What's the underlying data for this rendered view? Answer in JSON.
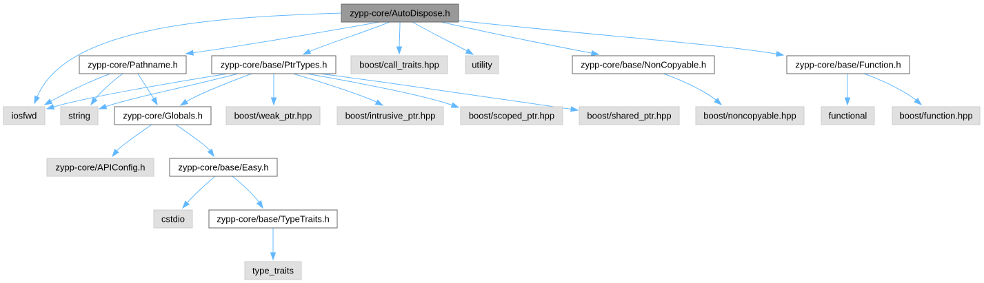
{
  "colors": {
    "root_fill": "#999999",
    "file_fill": "#ffffff",
    "external_fill": "#e0e0e0",
    "border": "#666666",
    "external_border": "#cccccc",
    "edge": "#63b8ff"
  },
  "nodes": [
    {
      "id": "autodispose",
      "label": "zypp-core/AutoDispose.h",
      "kind": "root"
    },
    {
      "id": "pathname",
      "label": "zypp-core/Pathname.h",
      "kind": "file"
    },
    {
      "id": "ptrtypes",
      "label": "zypp-core/base/PtrTypes.h",
      "kind": "file"
    },
    {
      "id": "call_traits",
      "label": "boost/call_traits.hpp",
      "kind": "external"
    },
    {
      "id": "utility",
      "label": "utility",
      "kind": "external"
    },
    {
      "id": "noncopyable_h",
      "label": "zypp-core/base/NonCopyable.h",
      "kind": "file"
    },
    {
      "id": "function_h",
      "label": "zypp-core/base/Function.h",
      "kind": "file"
    },
    {
      "id": "iosfwd",
      "label": "iosfwd",
      "kind": "external"
    },
    {
      "id": "string",
      "label": "string",
      "kind": "external"
    },
    {
      "id": "globals",
      "label": "zypp-core/Globals.h",
      "kind": "file"
    },
    {
      "id": "weak_ptr",
      "label": "boost/weak_ptr.hpp",
      "kind": "external"
    },
    {
      "id": "intrusive_ptr",
      "label": "boost/intrusive_ptr.hpp",
      "kind": "external"
    },
    {
      "id": "scoped_ptr",
      "label": "boost/scoped_ptr.hpp",
      "kind": "external"
    },
    {
      "id": "shared_ptr",
      "label": "boost/shared_ptr.hpp",
      "kind": "external"
    },
    {
      "id": "noncopyable_hpp",
      "label": "boost/noncopyable.hpp",
      "kind": "external"
    },
    {
      "id": "functional",
      "label": "functional",
      "kind": "external"
    },
    {
      "id": "function_hpp",
      "label": "boost/function.hpp",
      "kind": "external"
    },
    {
      "id": "apiconfig",
      "label": "zypp-core/APIConfig.h",
      "kind": "external"
    },
    {
      "id": "easy",
      "label": "zypp-core/base/Easy.h",
      "kind": "file"
    },
    {
      "id": "cstdio",
      "label": "cstdio",
      "kind": "external"
    },
    {
      "id": "typetraits",
      "label": "zypp-core/base/TypeTraits.h",
      "kind": "file"
    },
    {
      "id": "type_traits",
      "label": "type_traits",
      "kind": "external"
    }
  ],
  "edges": [
    {
      "from": "autodispose",
      "to": "iosfwd"
    },
    {
      "from": "autodispose",
      "to": "pathname"
    },
    {
      "from": "autodispose",
      "to": "ptrtypes"
    },
    {
      "from": "autodispose",
      "to": "call_traits"
    },
    {
      "from": "autodispose",
      "to": "utility"
    },
    {
      "from": "autodispose",
      "to": "noncopyable_h"
    },
    {
      "from": "autodispose",
      "to": "function_h"
    },
    {
      "from": "pathname",
      "to": "iosfwd"
    },
    {
      "from": "pathname",
      "to": "string"
    },
    {
      "from": "pathname",
      "to": "globals"
    },
    {
      "from": "ptrtypes",
      "to": "iosfwd"
    },
    {
      "from": "ptrtypes",
      "to": "string"
    },
    {
      "from": "ptrtypes",
      "to": "globals"
    },
    {
      "from": "ptrtypes",
      "to": "weak_ptr"
    },
    {
      "from": "ptrtypes",
      "to": "intrusive_ptr"
    },
    {
      "from": "ptrtypes",
      "to": "scoped_ptr"
    },
    {
      "from": "ptrtypes",
      "to": "shared_ptr"
    },
    {
      "from": "noncopyable_h",
      "to": "noncopyable_hpp"
    },
    {
      "from": "function_h",
      "to": "functional"
    },
    {
      "from": "function_h",
      "to": "function_hpp"
    },
    {
      "from": "globals",
      "to": "apiconfig"
    },
    {
      "from": "globals",
      "to": "easy"
    },
    {
      "from": "easy",
      "to": "cstdio"
    },
    {
      "from": "easy",
      "to": "typetraits"
    },
    {
      "from": "typetraits",
      "to": "type_traits"
    }
  ]
}
